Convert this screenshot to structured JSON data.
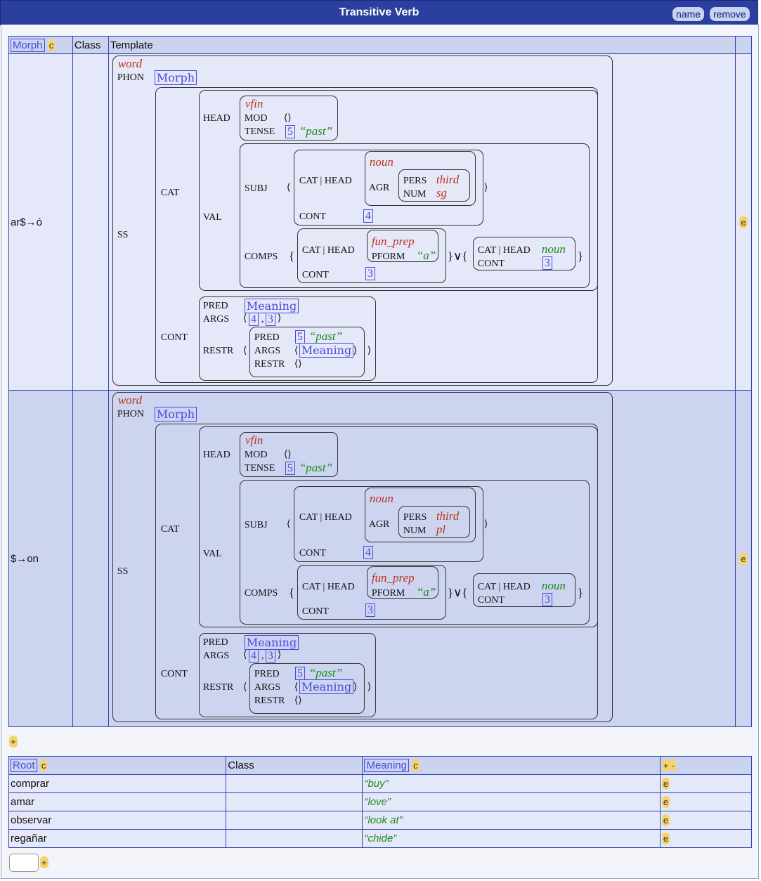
{
  "window": {
    "title": "Transitive Verb",
    "name_btn": "name",
    "remove_btn": "remove"
  },
  "morph_table": {
    "headers": {
      "morph": "Morph",
      "c": "c",
      "class": "Class",
      "template": "Template"
    },
    "rows": [
      {
        "morph": "ar$→ó",
        "num": "sg",
        "edit": "e"
      },
      {
        "morph": "$→on",
        "num": "pl",
        "edit": "e"
      }
    ],
    "avm": {
      "word": "word",
      "phon": "PHON",
      "morph_box": "Morph",
      "ss": "SS",
      "cat": "CAT",
      "head": "HEAD",
      "vfin": "vfin",
      "mod": "MOD",
      "empty_list": "⟨⟩",
      "tense": "TENSE",
      "tag5": "5",
      "past": "“past”",
      "val": "VAL",
      "subj": "SUBJ",
      "cat_head": "CAT | HEAD",
      "noun": "noun",
      "agr": "AGR",
      "pers": "PERS",
      "third": "third",
      "num": "NUM",
      "cont": "CONT",
      "tag4": "4",
      "comps": "COMPS",
      "fun_prep": "fun_prep",
      "pform": "PFORM",
      "a": "“a”",
      "tag3": "3",
      "or": "}∨{",
      "pred": "PRED",
      "meaning": "Meaning",
      "args": "ARGS",
      "restr": "RESTR",
      "lang": "⟨",
      "rang": "⟩",
      "lbrace": "{",
      "rbrace": "}",
      "comma": ","
    },
    "add_btn": "+"
  },
  "root_table": {
    "headers": {
      "root": "Root",
      "c": "c",
      "class": "Class",
      "meaning": "Meaning",
      "plus": "+",
      "minus": "-"
    },
    "rows": [
      {
        "root": "comprar",
        "class": "",
        "meaning": "“buy”",
        "edit": "e"
      },
      {
        "root": "amar",
        "class": "",
        "meaning": "“love”",
        "edit": "e"
      },
      {
        "root": "observar",
        "class": "",
        "meaning": "“look at”",
        "edit": "e"
      },
      {
        "root": "regañar",
        "class": "",
        "meaning": "“chide”",
        "edit": "e"
      }
    ],
    "input_placeholder": "",
    "add_btn": "+"
  }
}
